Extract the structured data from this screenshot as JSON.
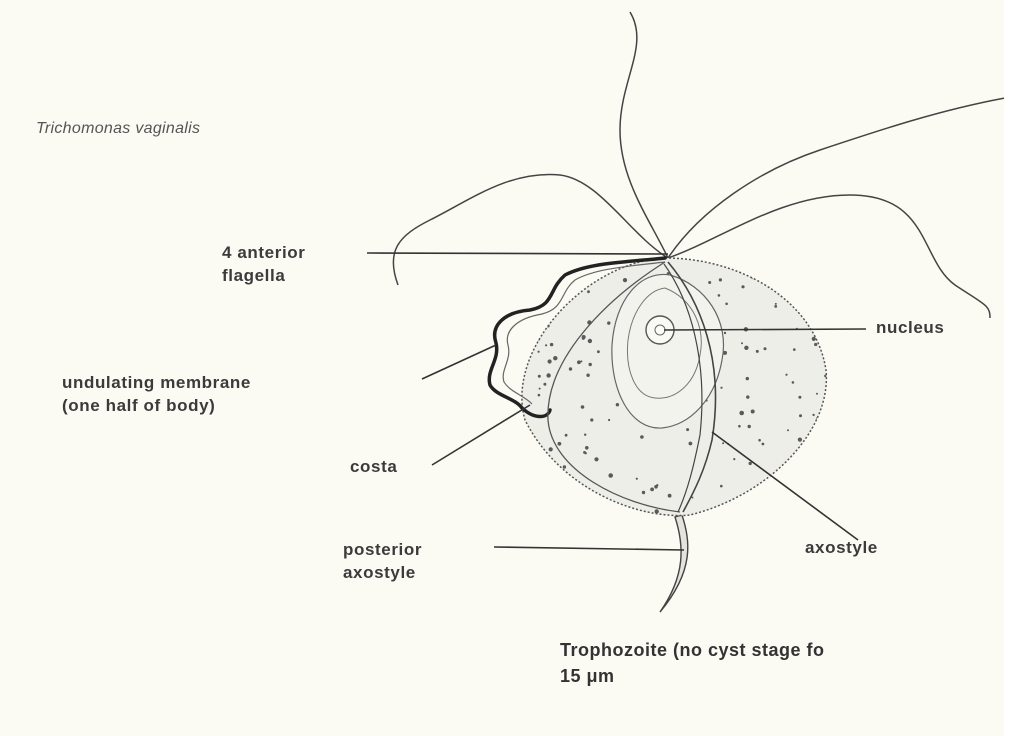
{
  "species": "Trichomonas vaginalis",
  "labels": {
    "anterior_flagella_line1": "4 anterior",
    "anterior_flagella_line2": "flagella",
    "nucleus": "nucleus",
    "undulating_membrane_line1": "undulating membrane",
    "undulating_membrane_line2": "(one half of body)",
    "costa": "costa",
    "axostyle": "axostyle",
    "posterior_axostyle_line1": "posterior",
    "posterior_axostyle_line2": "axostyle"
  },
  "caption": {
    "line1": "Trophozoite (no cyst stage fo",
    "line2": "15 μm"
  },
  "colors": {
    "paper": "#fbfbf4",
    "ink": "#3b3b3b",
    "body_fill": "#eeeee8"
  }
}
